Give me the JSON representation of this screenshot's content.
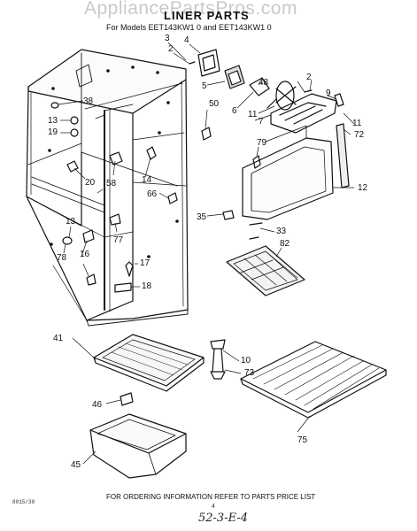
{
  "watermark": "AppliancePartsPros.com",
  "title": "LINER PARTS",
  "subtitle": "For Models EET143KW1 0 and EET143KW1 0",
  "footer": "FOR ORDERING INFORMATION REFER TO PARTS PRICE LIST",
  "side_number": "8015/30",
  "page_number": "4",
  "handwritten_note": "52-3-E-4",
  "part_labels": [
    "3",
    "2",
    "4",
    "5",
    "48",
    "2",
    "9",
    "38",
    "50",
    "6",
    "11",
    "7",
    "11",
    "72",
    "13",
    "19",
    "79",
    "20",
    "58",
    "14",
    "66",
    "12",
    "35",
    "33",
    "13",
    "77",
    "82",
    "78",
    "16",
    "17",
    "18",
    "41",
    "10",
    "73",
    "46",
    "75",
    "45"
  ]
}
